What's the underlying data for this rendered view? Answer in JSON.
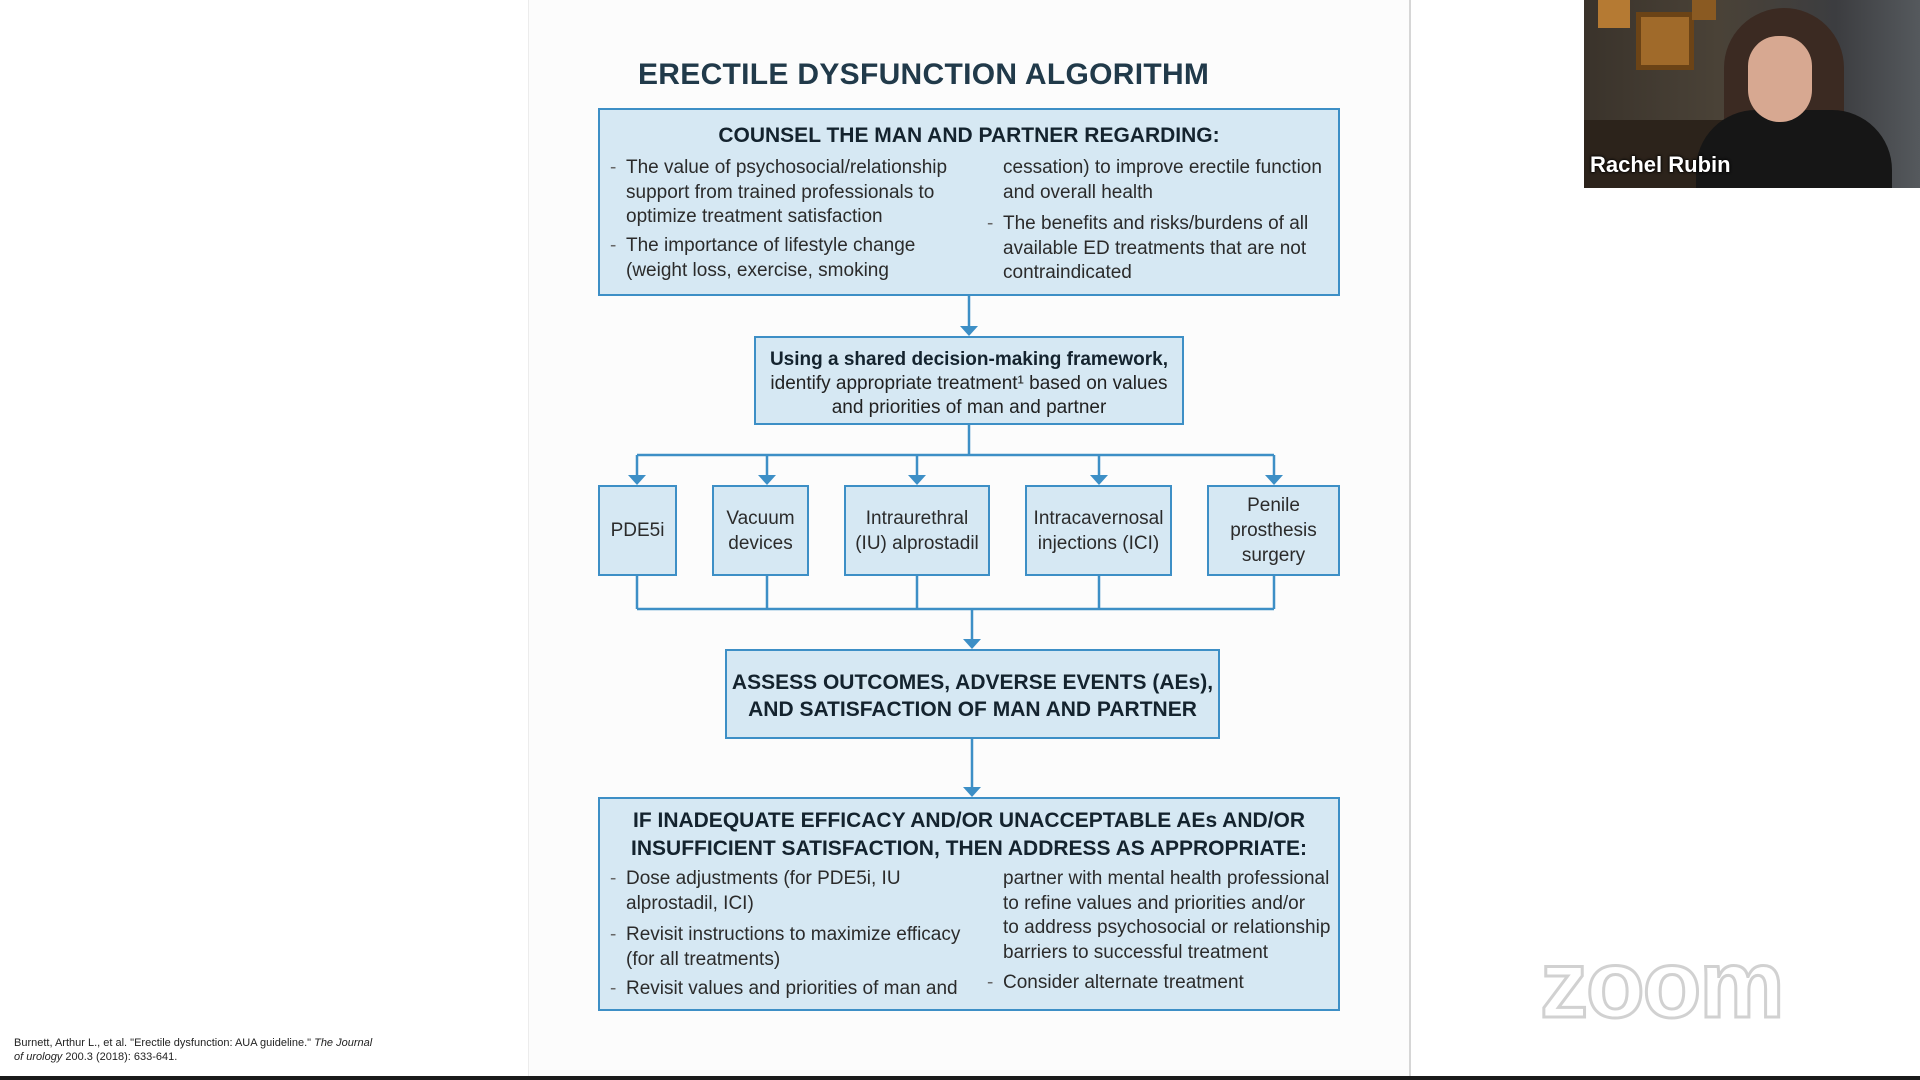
{
  "slide": {
    "title": "ERECTILE DYSFUNCTION ALGORITHM",
    "counsel": {
      "heading": "COUNSEL THE MAN AND PARTNER REGARDING:",
      "left": [
        [
          "The value of psychosocial/relationship",
          "support from trained professionals to",
          "optimize treatment satisfaction"
        ],
        [
          "The importance of lifestyle change",
          "(weight loss, exercise, smoking"
        ]
      ],
      "right_cont": [
        "cessation) to improve erectile function",
        "and overall health"
      ],
      "right": [
        [
          "The benefits and risks/burdens of all",
          "available ED treatments that are not",
          "contraindicated"
        ]
      ]
    },
    "shared": {
      "bold": "Using a shared decision-making framework,",
      "line2": "identify appropriate treatment¹ based on values",
      "line3": "and priorities of man and partner"
    },
    "treatments": [
      [
        "PDE5i"
      ],
      [
        "Vacuum",
        "devices"
      ],
      [
        "Intraurethral",
        "(IU) alprostadil"
      ],
      [
        "Intracavernosal",
        "injections (ICI)"
      ],
      [
        "Penile",
        "prosthesis",
        "surgery"
      ]
    ],
    "assess": {
      "line1": "ASSESS OUTCOMES, ADVERSE EVENTS (AEs),",
      "line2": "AND SATISFACTION OF MAN AND PARTNER"
    },
    "address": {
      "heading1": "IF INADEQUATE EFFICACY AND/OR UNACCEPTABLE AEs AND/OR",
      "heading2": "INSUFFICIENT SATISFACTION, THEN ADDRESS AS APPROPRIATE:",
      "left": [
        [
          "Dose adjustments (for PDE5i, IU",
          "alprostadil, ICI)"
        ],
        [
          "Revisit instructions to maximize efficacy",
          "(for all treatments)"
        ],
        [
          "Revisit values and priorities of man and"
        ]
      ],
      "right_cont": [
        "partner with mental health professional",
        "to refine values and priorities and/or",
        "to address psychosocial or relationship",
        "barriers to successful treatment"
      ],
      "right": [
        [
          "Consider alternate treatment"
        ]
      ]
    }
  },
  "citation": {
    "authors": "Burnett, Arthur L., et al. \"Erectile dysfunction: AUA guideline.\" ",
    "journal": "The Journal of urology",
    "details": " 200.3 (2018): 633-641."
  },
  "video": {
    "participant_name": "Rachel Rubin"
  },
  "watermark": "zoom",
  "colors": {
    "box_fill": "#d6e8f3",
    "box_border": "#3d8fc6",
    "title": "#213a4a"
  }
}
